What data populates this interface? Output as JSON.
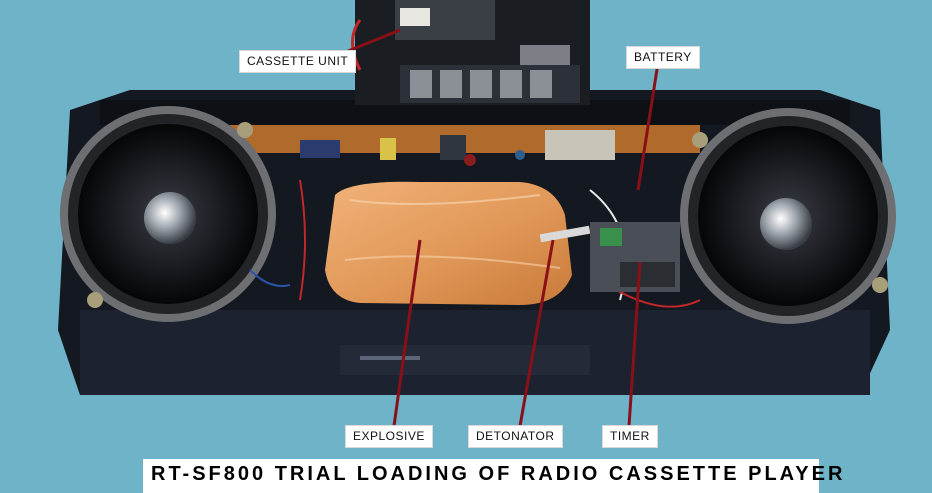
{
  "labels": {
    "cassette_unit": "CASSETTE UNIT",
    "battery": "BATTERY",
    "explosive": "EXPLOSIVE",
    "detonator": "DETONATOR",
    "timer": "TIMER"
  },
  "caption": "RT-SF800 TRIAL LOADING OF RADIO CASSETTE PLAYER",
  "colors": {
    "background": "#6fb3c8",
    "leader_line": "#8a1018",
    "explosive": "#e29a5a",
    "housing": "#141820"
  }
}
